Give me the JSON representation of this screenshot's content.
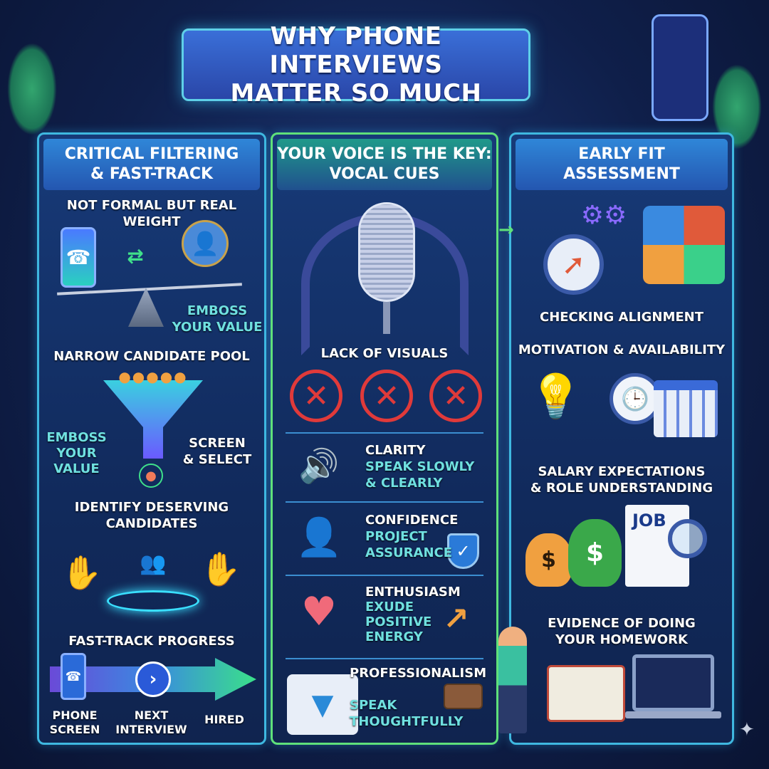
{
  "title": {
    "line1": "WHY PHONE INTERVIEWS",
    "line2": "MATTER SO MUCH"
  },
  "left": {
    "header": {
      "line1": "CRITICAL FILTERING",
      "line2": "& FAST-TRACK"
    },
    "s1": {
      "title": "NOT FORMAL BUT REAL WEIGHT",
      "caption1": "EMBOSS",
      "caption2": "YOUR VALUE"
    },
    "s2": {
      "title": "NARROW CANDIDATE POOL",
      "left1": "EMBOSS",
      "left2": "YOUR",
      "left3": "VALUE",
      "right1": "SCREEN",
      "right2": "& SELECT"
    },
    "s3": {
      "line1": "IDENTIFY DESERVING",
      "line2": "CANDIDATES"
    },
    "s4": {
      "title": "FAST-TRACK PROGRESS",
      "step1a": "PHONE",
      "step1b": "SCREEN",
      "step2a": "NEXT",
      "step2b": "INTERVIEW",
      "step3": "HIRED"
    }
  },
  "middle": {
    "header": {
      "line1": "YOUR VOICE IS THE KEY:",
      "line2": "VOCAL CUES"
    },
    "visuals": "LACK OF VISUALS",
    "cues": [
      {
        "title": "CLARITY",
        "line1": "SPEAK SLOWLY",
        "line2": "& CLEARLY",
        "line3": ""
      },
      {
        "title": "CONFIDENCE",
        "line1": "PROJECT",
        "line2": "ASSURANCE",
        "line3": ""
      },
      {
        "title": "ENTHUSIASM",
        "line1": "EXUDE",
        "line2": "POSITIVE",
        "line3": "ENERGY"
      },
      {
        "title": "PROFESSIONALISM",
        "line1": "SPEAK",
        "line2": "THOUGHTFULLY",
        "line3": ""
      }
    ]
  },
  "right": {
    "header": {
      "line1": "EARLY FIT",
      "line2": "ASSESSMENT"
    },
    "s1": "CHECKING ALIGNMENT",
    "s2": "MOTIVATION & AVAILABILITY",
    "s3": {
      "line1": "SALARY EXPECTATIONS",
      "line2": "& ROLE UNDERSTANDING",
      "job": "JOB"
    },
    "s4": {
      "line1": "EVIDENCE OF DOING",
      "line2": "YOUR HOMEWORK"
    }
  },
  "colors": {
    "accent_teal": "#6fe0e0",
    "panel_border": "#3fb8e0",
    "middle_border": "#5fe07a",
    "cross_red": "#e03a3a"
  }
}
